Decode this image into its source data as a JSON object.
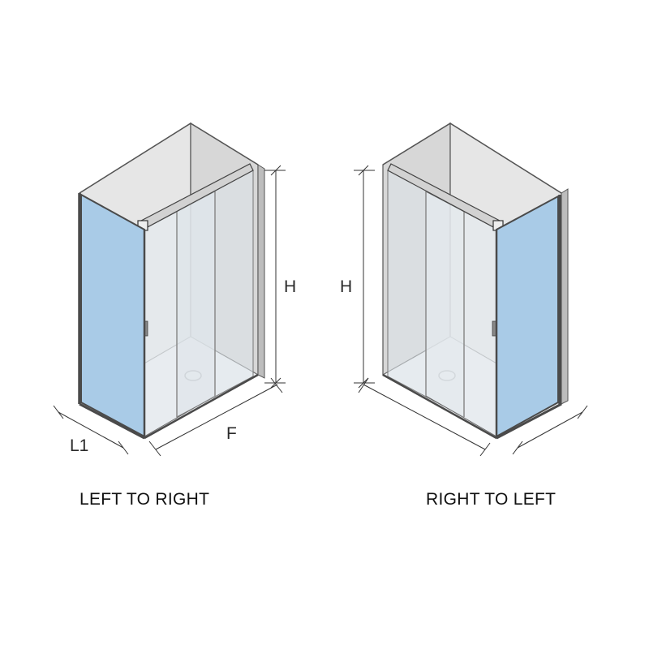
{
  "labels": {
    "left_height": "H",
    "left_depth": "L1",
    "left_front": "F",
    "right_height": "H"
  },
  "captions": {
    "left": "LEFT TO RIGHT",
    "right": "RIGHT TO LEFT"
  },
  "colors": {
    "glass_panel": "#a9cbe7",
    "frame": "#4a4a4a",
    "wall": "#c9c9c9",
    "tray": "#f1f3f5"
  }
}
